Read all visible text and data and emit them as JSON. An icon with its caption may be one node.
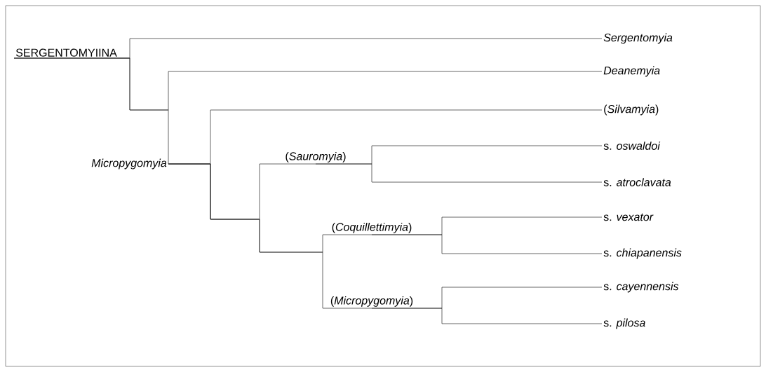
{
  "diagram": {
    "nodes": [
      {
        "text": [
          "SERGENTOMYIINA"
        ]
      },
      {
        "text": [
          "*Sergentomyia*"
        ]
      },
      {
        "text": [
          "*Deanemyia*"
        ]
      },
      {
        "text": [
          "*Micropygomyia*"
        ]
      },
      {
        "text": [
          "(*Silvamyia*)"
        ]
      },
      {
        "text": [
          "(*Sauromyia*)"
        ]
      },
      {
        "text": [
          "s. *oswaldoi*"
        ]
      },
      {
        "text": [
          "s. *atroclavata*"
        ]
      },
      {
        "text": [
          "(*Coquillettimyia*)"
        ]
      },
      {
        "text": [
          "s. *vexator*"
        ]
      },
      {
        "text": [
          "s. *chiapanensis*"
        ]
      },
      {
        "text": [
          "(*Micropygomyia*)"
        ]
      },
      {
        "text": [
          "s. *cayennensis*"
        ]
      },
      {
        "text": [
          "s. *pilosa*"
        ]
      }
    ],
    "edges": [
      {
        "from": 0,
        "to": 1,
        "arrow": "none"
      },
      {
        "from": 0,
        "to": 2,
        "arrow": "none"
      },
      {
        "from": 0,
        "to": 3,
        "arrow": "none"
      },
      {
        "from": 3,
        "to": 4,
        "arrow": "none"
      },
      {
        "from": 3,
        "to": 5,
        "arrow": "none"
      },
      {
        "from": 5,
        "to": 6,
        "arrow": "none"
      },
      {
        "from": 5,
        "to": 7,
        "arrow": "none"
      },
      {
        "from": 3,
        "to": 8,
        "arrow": "none"
      },
      {
        "from": 8,
        "to": 9,
        "arrow": "none"
      },
      {
        "from": 8,
        "to": 10,
        "arrow": "none"
      },
      {
        "from": 3,
        "to": 11,
        "arrow": "none"
      },
      {
        "from": 11,
        "to": 12,
        "arrow": "none"
      },
      {
        "from": 11,
        "to": 13,
        "arrow": "none"
      }
    ]
  }
}
